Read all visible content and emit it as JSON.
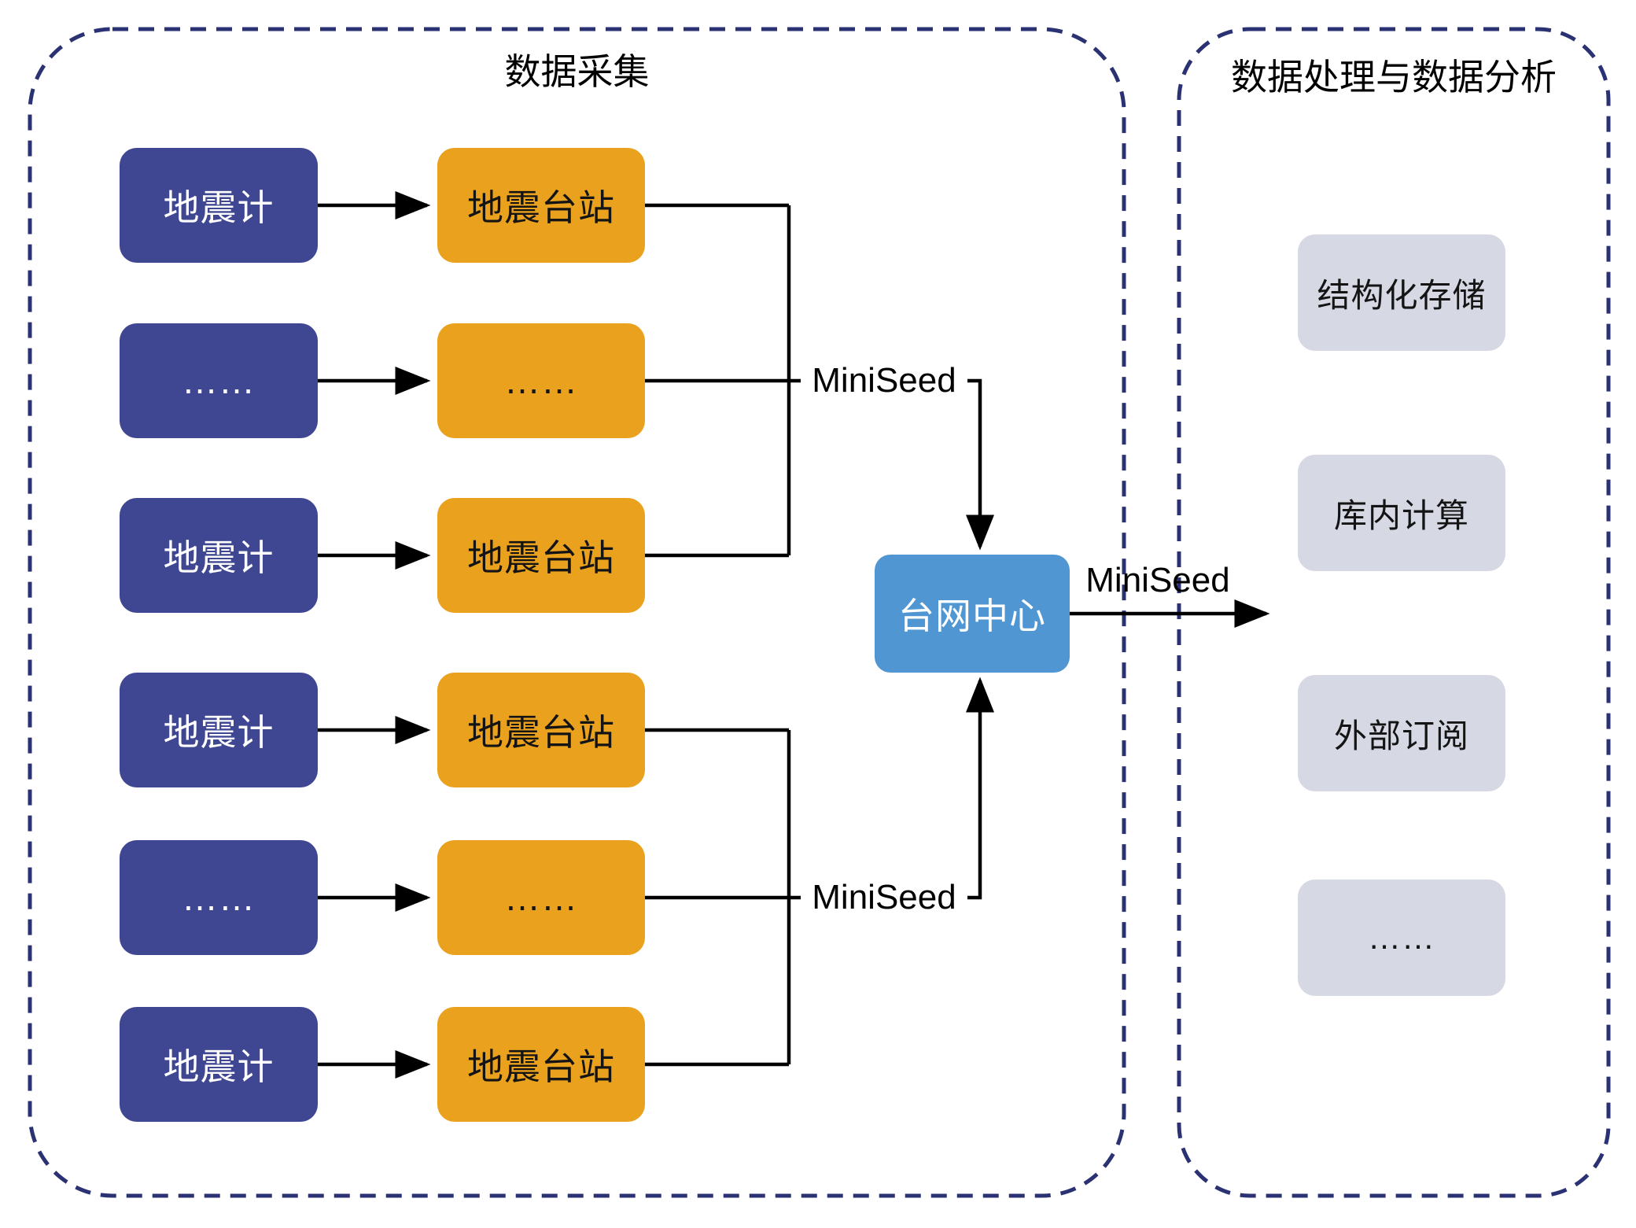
{
  "diagram": {
    "left_panel": {
      "title": "数据采集",
      "rows": [
        {
          "sensor": "地震计",
          "station": "地震台站"
        },
        {
          "sensor": "……",
          "station": "……"
        },
        {
          "sensor": "地震计",
          "station": "地震台站"
        },
        {
          "sensor": "地震计",
          "station": "地震台站"
        },
        {
          "sensor": "……",
          "station": "……"
        },
        {
          "sensor": "地震计",
          "station": "地震台站"
        }
      ]
    },
    "center_node": {
      "label": "台网中心"
    },
    "edge_labels": {
      "top": "MiniSeed",
      "bottom": "MiniSeed",
      "output": "MiniSeed"
    },
    "right_panel": {
      "title": "数据处理与数据分析",
      "items": [
        {
          "label": "结构化存储"
        },
        {
          "label": "库内计算"
        },
        {
          "label": "外部订阅"
        },
        {
          "label": "……"
        }
      ]
    },
    "colors": {
      "sensor_box": "#3F4792",
      "station_box": "#EAA21E",
      "center_box": "#4F96D2",
      "right_box": "#D6D8E4",
      "panel_border": "#2B3273",
      "wire": "#000000"
    }
  }
}
